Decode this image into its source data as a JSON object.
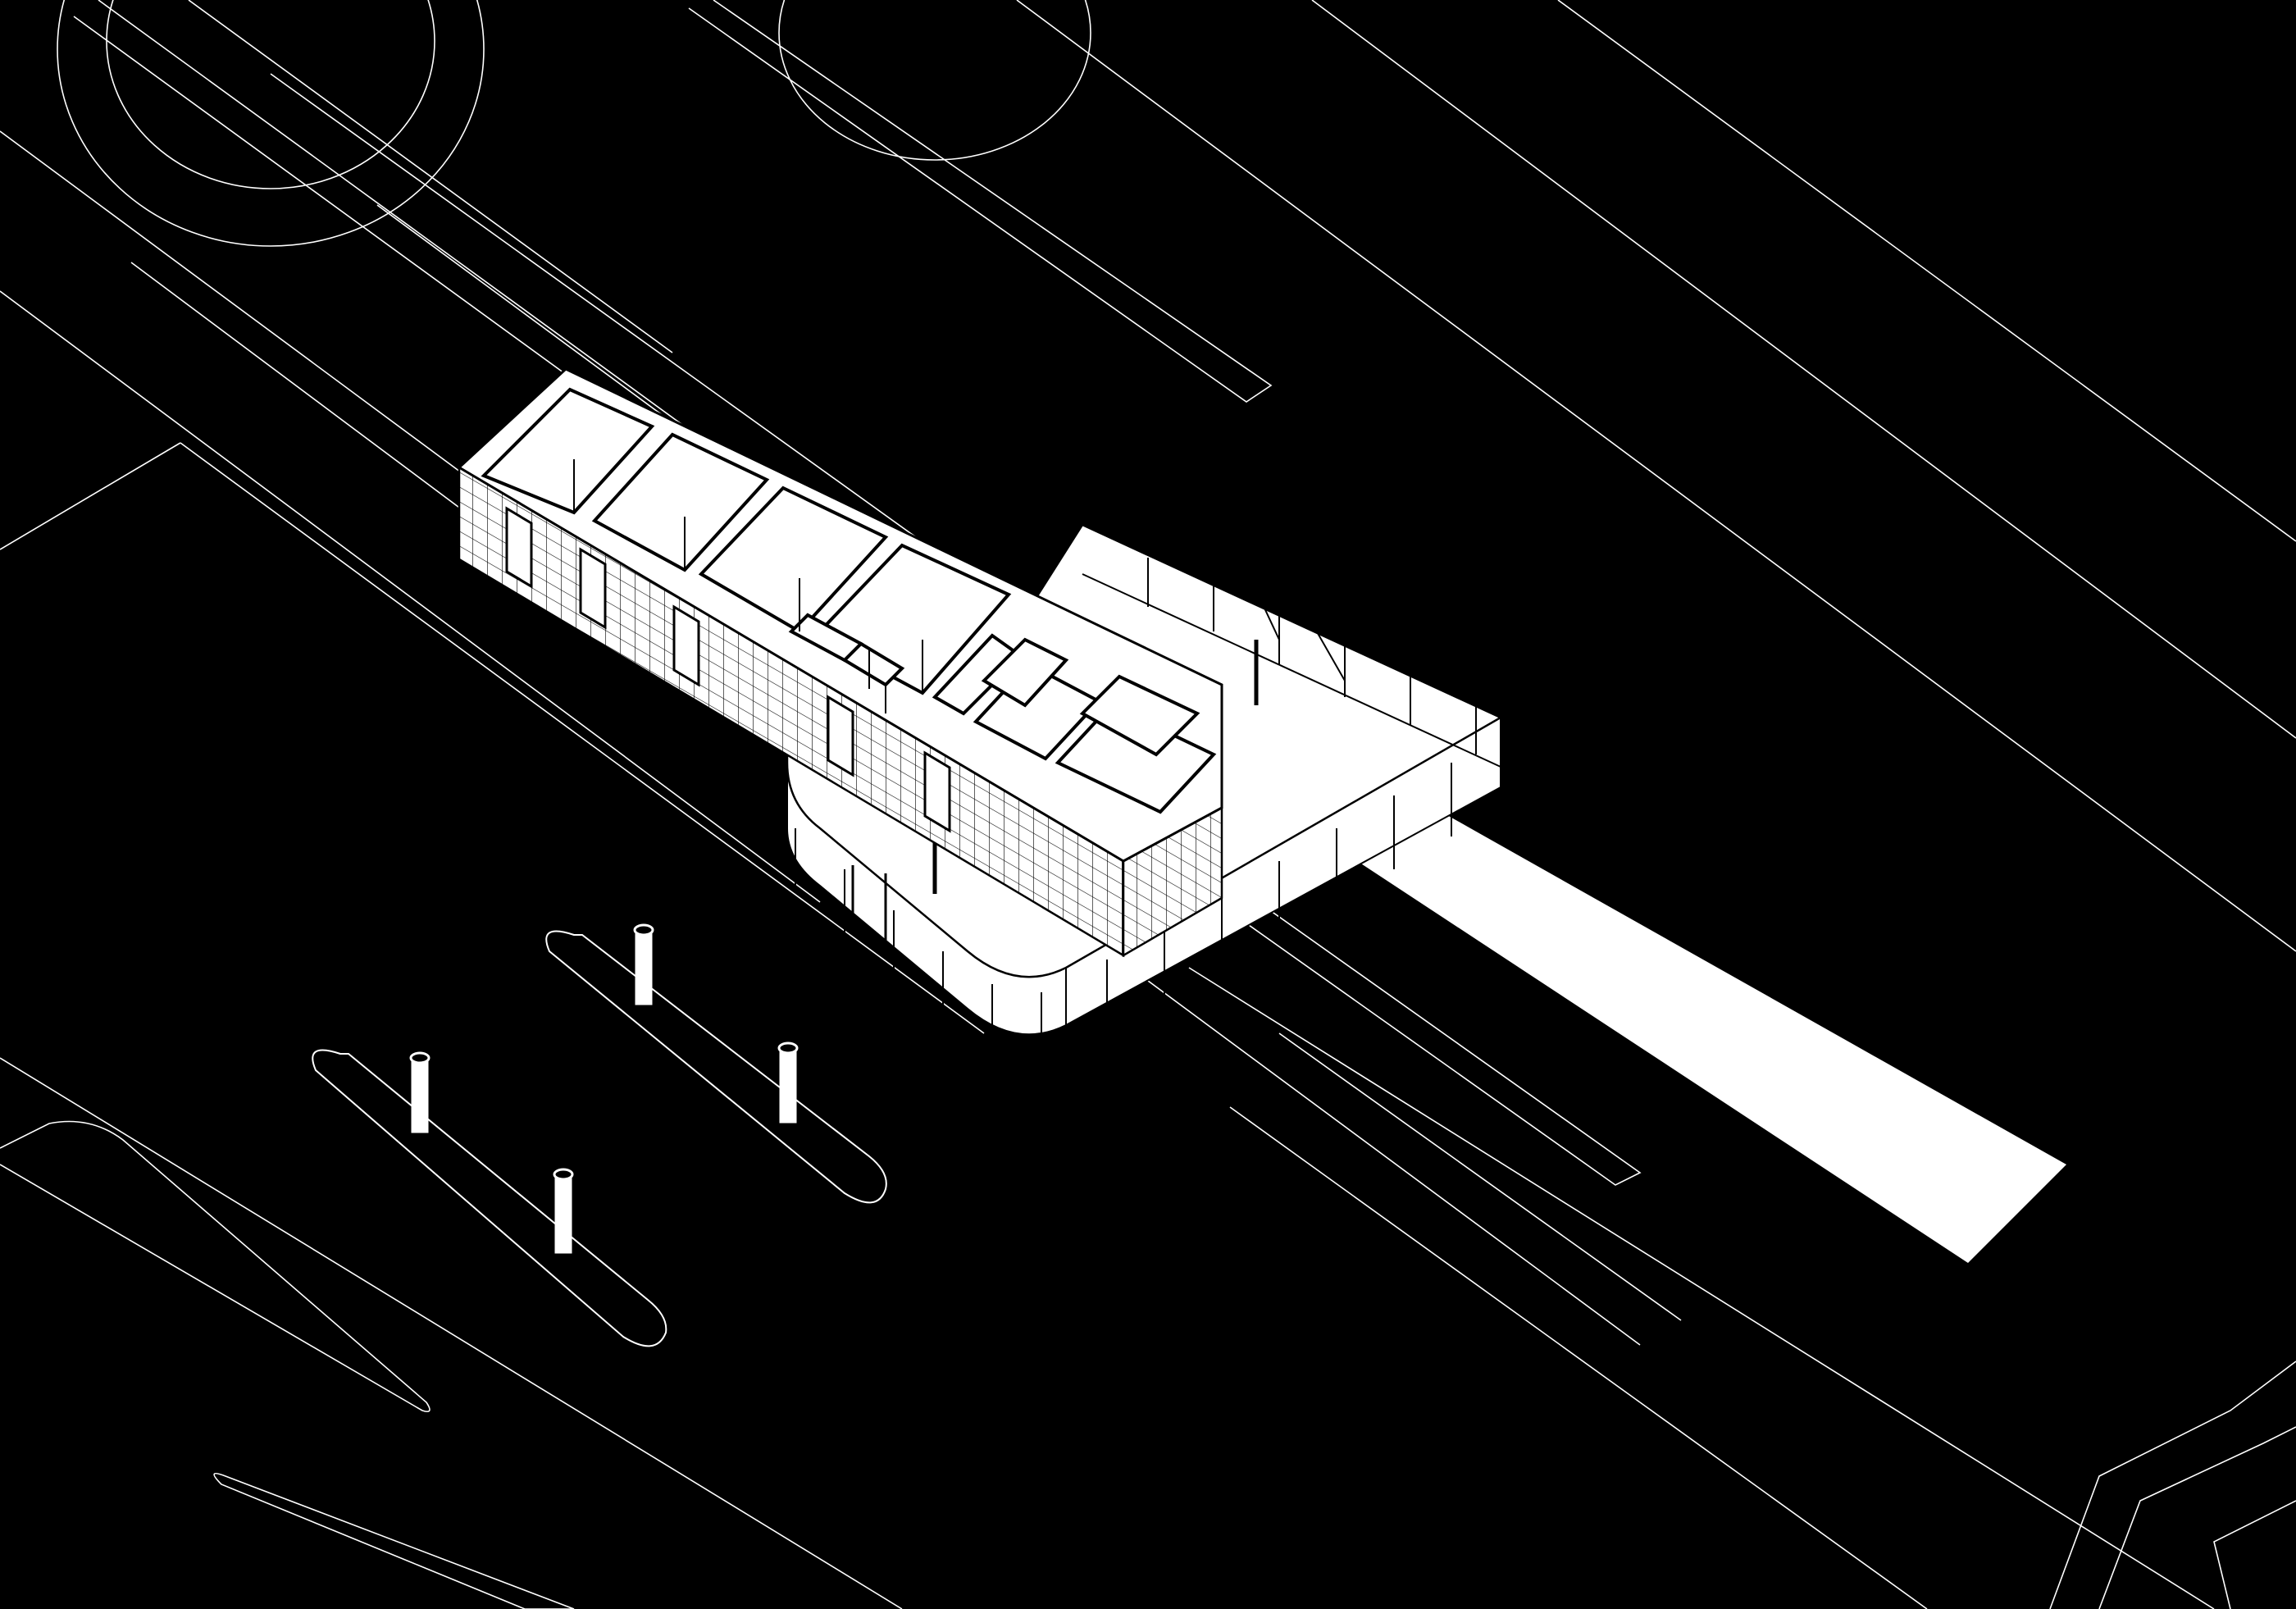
{
  "drawing": {
    "kind": "axonometric site drawing",
    "background_color": "#000000",
    "line_color": "#ffffff",
    "fill_color": "#ffffff",
    "labels": []
  },
  "elements": {
    "building_block_rooms": 7,
    "service_rooms": 4,
    "canopy_free_standing_columns": 3,
    "bollards": 4,
    "bollard_islands": 3
  }
}
